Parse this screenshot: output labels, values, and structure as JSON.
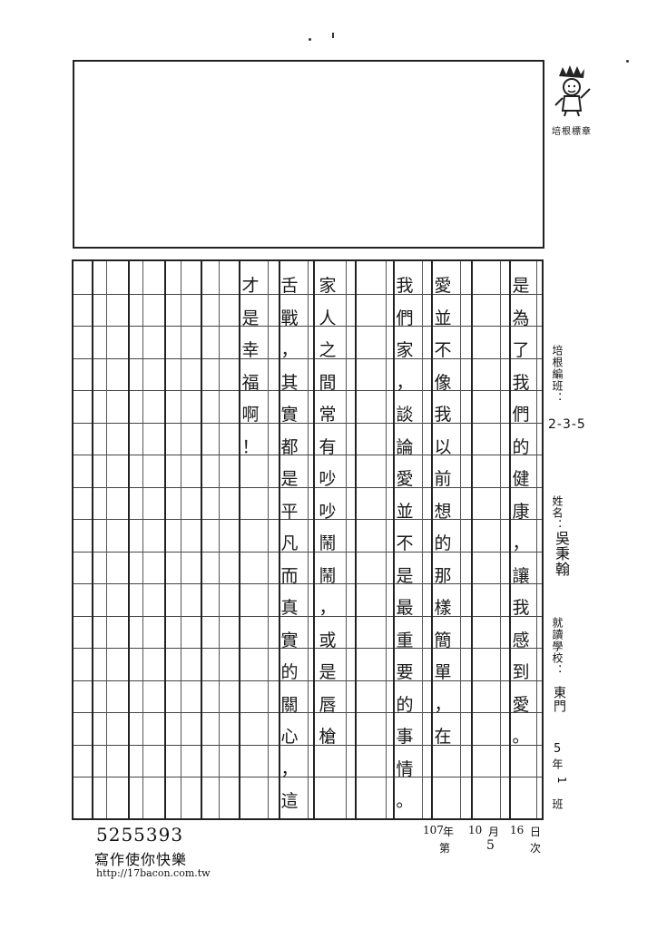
{
  "stamp": {
    "label": "培根標章"
  },
  "sidebar": {
    "class_label": "培根編班：",
    "class_value": "2-3-5",
    "name_label": "姓名：",
    "name_value": "吳秉翰",
    "school_label": "就讀學校：",
    "school_value": "東門",
    "grade_value": "5",
    "grade_label": "年",
    "class_num": "1",
    "class_suffix": "班"
  },
  "essay": {
    "columns": [
      "是為了我們的健康，讓我感到愛。",
      "",
      "愛並不像我以前想的那樣簡單，在",
      "我們家，談論愛並不是最重要的事情。",
      "",
      "家人之間常有吵吵鬧鬧，或是唇槍",
      "舌戰，其實都是平凡而真實的關心，這",
      "才是幸福啊！",
      "",
      "",
      "",
      "",
      ""
    ]
  },
  "footer": {
    "number": "5255393",
    "slogan": "寫作使你快樂",
    "url": "http://17bacon.com.tw",
    "year": "107",
    "year_unit": "年",
    "month": "10",
    "month_unit": "月",
    "day": "16",
    "day_unit": "日",
    "ordinal_prefix": "第",
    "ordinal": "5",
    "ordinal_suffix": "次"
  }
}
